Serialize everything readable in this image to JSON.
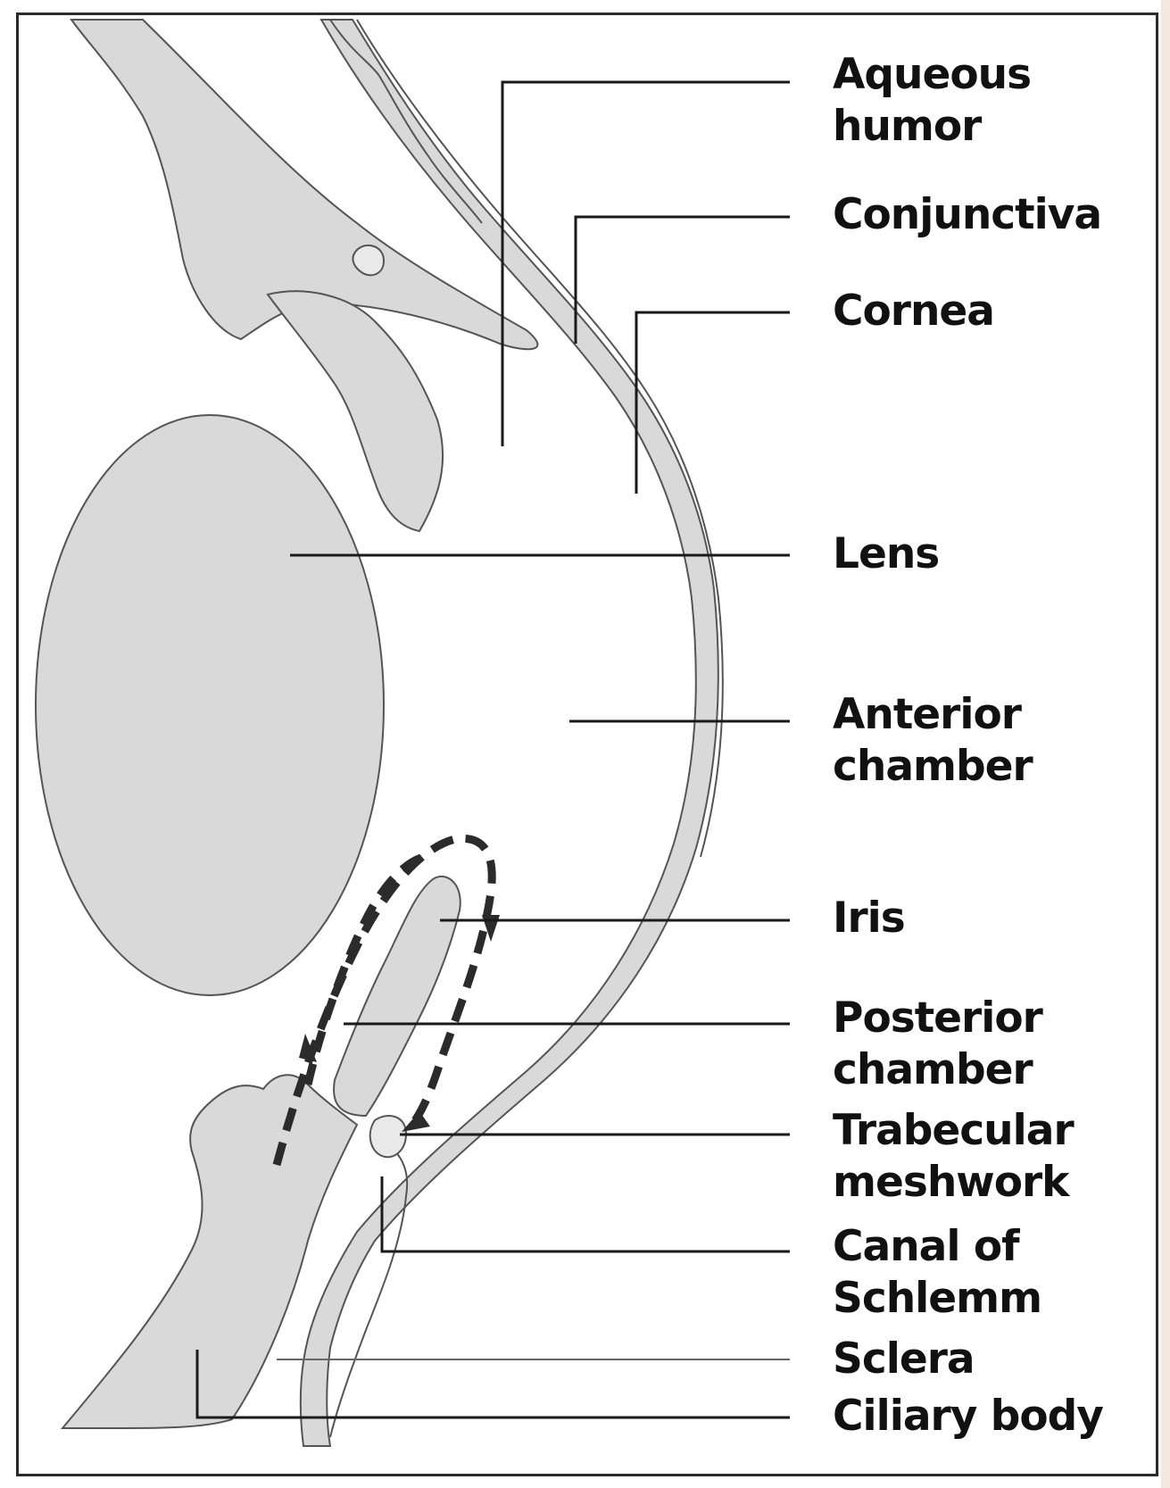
{
  "colors": {
    "tissue_fill": "#d9d9d9",
    "outline": "#555555",
    "leader": "#1a1a1a",
    "flow_arrow": "#2b2b2b",
    "frame": "#2a2a2a"
  },
  "labels": {
    "aqueous_humor": "Aqueous\nhumor",
    "conjunctiva": "Conjunctiva",
    "cornea": "Cornea",
    "lens": "Lens",
    "anterior_chamber": "Anterior\nchamber",
    "iris": "Iris",
    "posterior_chamber": "Posterior\nchamber",
    "trabecular_meshwork": "Trabecular\nmeshwork",
    "canal_of_schlemm": "Canal of\nSchlemm",
    "sclera": "Sclera",
    "ciliary_body": "Ciliary body"
  }
}
